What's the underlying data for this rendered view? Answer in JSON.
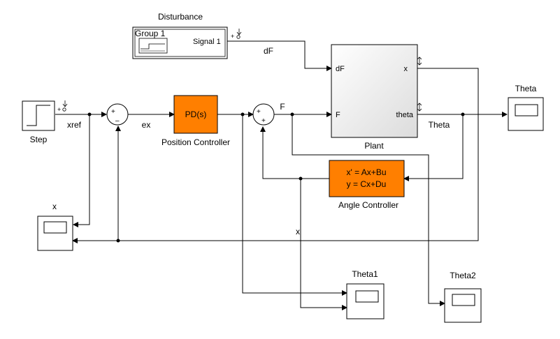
{
  "diagram": {
    "blocks": {
      "disturbance": {
        "title": "Disturbance",
        "group": "Group 1",
        "signal": "Signal 1"
      },
      "step": {
        "label": "Step"
      },
      "pd": {
        "text": "PD(s)",
        "label": "Position Controller"
      },
      "plant": {
        "label": "Plant",
        "in_dF": "dF",
        "in_F": "F",
        "out_x": "x",
        "out_theta": "theta"
      },
      "angle": {
        "line1": "x' = Ax+Bu",
        "line2": "y = Cx+Du",
        "label": "Angle Controller"
      },
      "scopes": {
        "theta": "Theta",
        "x": "x",
        "theta1": "Theta1",
        "theta2": "Theta2"
      }
    },
    "signals": {
      "dF": "dF",
      "xref": "xref",
      "ex": "ex",
      "F": "F",
      "theta": "Theta",
      "x": "x"
    },
    "sum_signs": {
      "s1_top": "+",
      "s1_bottom": "–",
      "s2_top": "+",
      "s2_bottom": "+"
    },
    "colors": {
      "controller_fill": "#ff7f00",
      "plant_fill": "#eeeeee",
      "wire": "#000000"
    },
    "icons": [
      "scope-icon",
      "step-icon",
      "signal-builder-icon",
      "test-point-icon"
    ]
  }
}
